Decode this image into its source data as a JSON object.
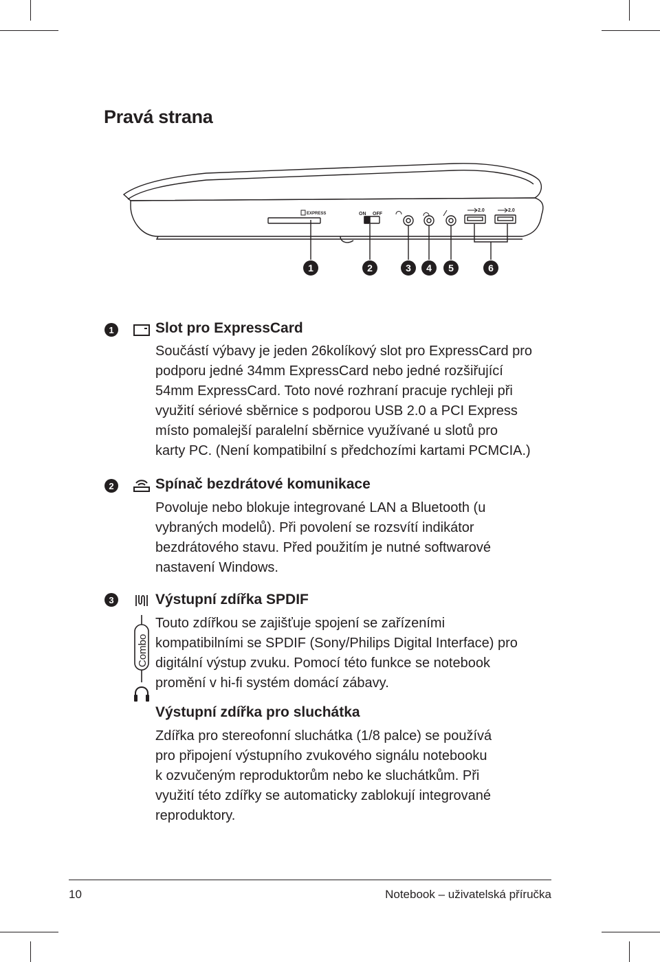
{
  "page_title": "Pravá strana",
  "diagram": {
    "expresscard_label": "EXPRESS",
    "switch_on": "ON",
    "switch_off": "OFF",
    "usb_label_1": "2.0",
    "usb_label_2": "2.0",
    "callouts": [
      "1",
      "2",
      "3",
      "4",
      "5",
      "6"
    ]
  },
  "sections": [
    {
      "number": "1",
      "icon": "expresscard-icon",
      "title": "Slot pro ExpressCard",
      "lines": [
        "Součástí výbavy je jeden 26kolíkový slot pro ExpressCard pro",
        "podporu jedné 34mm ExpressCard nebo jedné rozšiřující",
        "54mm ExpressCard. Toto nové rozhraní pracuje rychleji při",
        "využití sériové sběrnice s podporou USB 2.0 a PCI Express",
        "místo pomalejší paralelní sběrnice využívané u slotů pro",
        "karty PC. (Není kompatibilní s předchozími kartami PCMCIA.)"
      ]
    },
    {
      "number": "2",
      "icon": "wireless-switch-icon",
      "title": "Spínač bezdrátové komunikace",
      "lines": [
        "Povoluje nebo blokuje integrované LAN a Bluetooth (u",
        "vybraných modelů). Při povolení se rozsvítí indikátor",
        "bezdrátového stavu. Před použitím je nutné softwarové",
        "nastavení Windows."
      ]
    },
    {
      "number": "3",
      "icon": "spdif-icon",
      "title": "Výstupní zdířka SPDIF",
      "lines": [
        "Touto zdířkou se zajišťuje spojení se zařízeními",
        "kompatibilními se SPDIF (Sony/Philips Digital Interface) pro",
        "digitální výstup zvuku. Pomocí této funkce se notebook",
        "promění v hi-fi systém domácí zábavy."
      ],
      "combo_label": "Combo",
      "sub_icon": "headphone-icon",
      "sub_title": "Výstupní zdířka pro sluchátka",
      "sub_lines": [
        "Zdířka pro stereofonní sluchátka (1/8 palce) se používá",
        "pro připojení výstupního zvukového signálu notebooku",
        "k ozvučeným reproduktorům nebo ke sluchátkům. Při",
        "využití této zdířky se automaticky zablokují integrované",
        "reproduktory."
      ]
    }
  ],
  "footer": {
    "page_number": "10",
    "title": "Notebook – uživatelská příručka"
  }
}
